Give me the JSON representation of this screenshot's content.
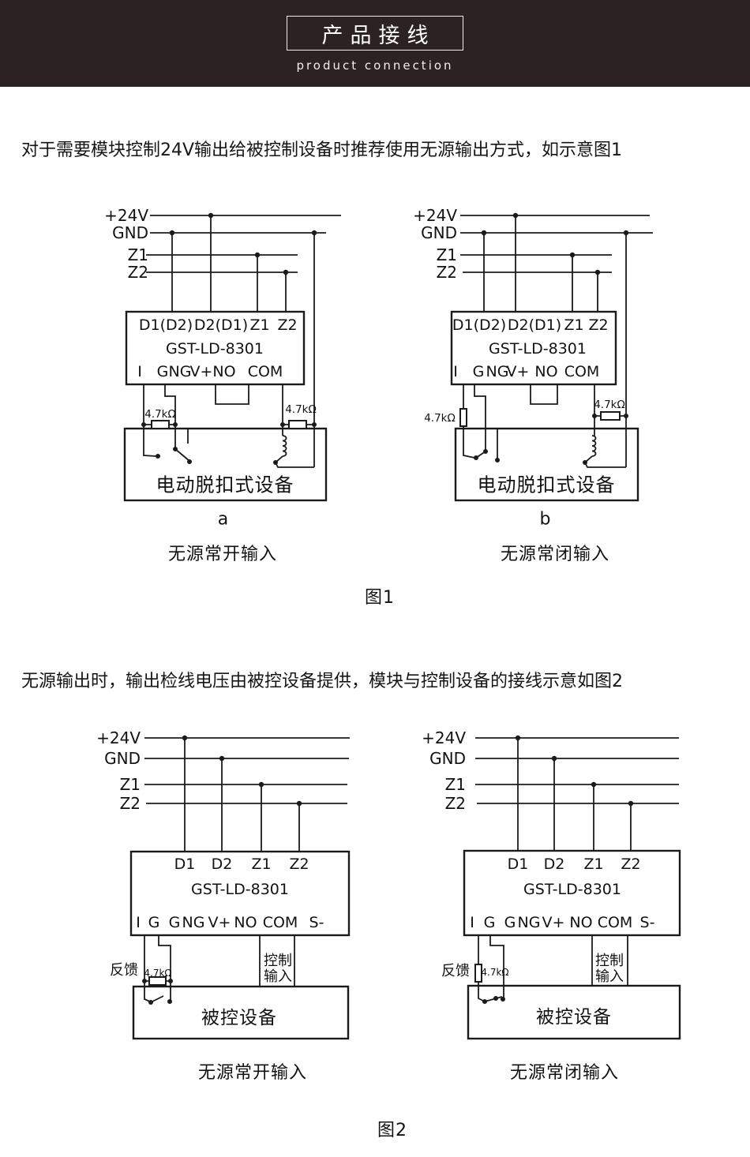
{
  "colors": {
    "header_bg": "#2b2223",
    "wire": "#1b1b1b",
    "text": "#151515"
  },
  "header": {
    "title": "产品接线",
    "subtitle": "product connection"
  },
  "intro1": "对于需要模块控制24V输出给被控制设备时推荐使用无源输出方式，如示意图1",
  "intro2": "无源输出时，输出检线电压由被控设备提供，模块与控制设备的接线示意如图2",
  "fig1": {
    "caption": "图1",
    "a": {
      "bus": [
        "+24V",
        "GND",
        "Z1",
        "Z2"
      ],
      "top": [
        "D1(D2)",
        "D2(D1)",
        "Z1",
        "Z2"
      ],
      "module": "GST-LD-8301",
      "bottom": [
        "I",
        "G",
        "NG",
        "V+",
        "NO",
        "COM"
      ],
      "r_left": "4.7kΩ",
      "r_right": "4.7kΩ",
      "device": "电动脱扣式设备",
      "letter": "a",
      "caption": "无源常开输入"
    },
    "b": {
      "bus": [
        "+24V",
        "GND",
        "Z1",
        "Z2"
      ],
      "top": [
        "D1(D2)",
        "D2(D1)",
        "Z1",
        "Z2"
      ],
      "module": "GST-LD-8301",
      "bottom": [
        "I",
        "G",
        "NG",
        "V+",
        "NO",
        "COM"
      ],
      "r_left": "4.7kΩ",
      "r_right": "4.7kΩ",
      "device": "电动脱扣式设备",
      "letter": "b",
      "caption": "无源常闭输入"
    }
  },
  "fig2": {
    "caption": "图2",
    "a": {
      "bus": [
        "+24V",
        "GND",
        "Z1",
        "Z2"
      ],
      "top": [
        "D1",
        "D2",
        "Z1",
        "Z2"
      ],
      "module": "GST-LD-8301",
      "bottom": [
        "I",
        "G",
        "G",
        "NG",
        "V+",
        "NO",
        "COM",
        "S-"
      ],
      "feedback": "反馈",
      "resistor": "4.7kΩ",
      "control": [
        "控制",
        "输入"
      ],
      "device": "被控设备",
      "caption": "无源常开输入"
    },
    "b": {
      "bus": [
        "+24V",
        "GND",
        "Z1",
        "Z2"
      ],
      "top": [
        "D1",
        "D2",
        "Z1",
        "Z2"
      ],
      "module": "GST-LD-8301",
      "bottom": [
        "I",
        "G",
        "G",
        "NG",
        "V+",
        "NO",
        "COM",
        "S-"
      ],
      "feedback": "反馈",
      "resistor": "4.7kΩ",
      "control": [
        "控制",
        "输入"
      ],
      "device": "被控设备",
      "caption": "无源常闭输入"
    }
  }
}
